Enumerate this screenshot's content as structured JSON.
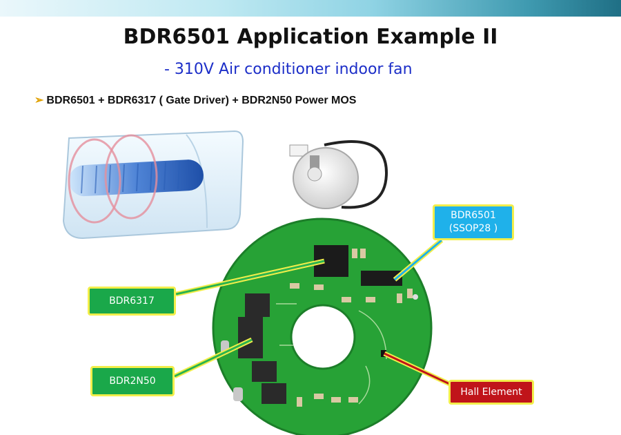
{
  "slide": {
    "title": "BDR6501 Application Example  II",
    "subtitle": "- 310V Air conditioner  indoor fan",
    "bullet": "BDR6501  + BDR6317 ( Gate Driver)  + BDR2N50 Power MOS"
  },
  "callouts": {
    "bdr6317": "BDR6317",
    "bdr2n50": "BDR2N50",
    "bdr6501_line1": "BDR6501",
    "bdr6501_line2": "(SSOP28 )",
    "hall": "Hall  Element"
  },
  "colors": {
    "title": "#111111",
    "subtitle": "#1c2ec8",
    "callout_green": "#1aa84a",
    "callout_blue": "#1fb1ea",
    "callout_red": "#c0141a",
    "callout_border": "#f2ee4a",
    "pcb_green": "#27a236"
  }
}
